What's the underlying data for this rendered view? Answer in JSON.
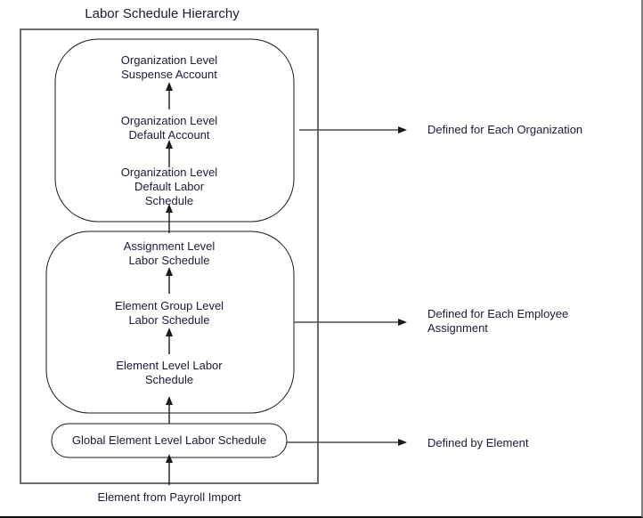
{
  "diagram": {
    "title": "Labor Schedule Hierarchy",
    "outer_container_name": "labor-schedule-hierarchy-box",
    "colors": {
      "outer_border": "#6b6b6b",
      "group_border": "#1a1a1a",
      "arrow": "#1a1a1a",
      "text": "#1a1a3a",
      "background": "#ffffff"
    },
    "groups": [
      {
        "id": "organization-level-group",
        "nodes": [
          {
            "id": "organization-level-suspense-account",
            "label": "Organization Level\nSuspense Account"
          },
          {
            "id": "organization-level-default-account",
            "label": "Organization Level\nDefault Account"
          },
          {
            "id": "organization-level-default-labor-schedule",
            "label": "Organization Level\nDefault Labor\nSchedule"
          }
        ],
        "callout": "Defined for Each Organization"
      },
      {
        "id": "assignment-level-group",
        "nodes": [
          {
            "id": "assignment-level-labor-schedule",
            "label": "Assignment Level\nLabor Schedule"
          },
          {
            "id": "element-group-level-labor-schedule",
            "label": "Element Group Level\nLabor Schedule"
          },
          {
            "id": "element-level-labor-schedule",
            "label": "Element Level Labor\nSchedule"
          }
        ],
        "callout": "Defined for Each Employee\nAssignment"
      },
      {
        "id": "global-element-group",
        "nodes": [
          {
            "id": "global-element-level-labor-schedule",
            "label": "Global Element Level Labor Schedule"
          }
        ],
        "callout": "Defined by Element"
      }
    ],
    "external_input": {
      "id": "element-from-payroll-import",
      "label": "Element from Payroll Import"
    },
    "callouts": [
      {
        "id": "callout-organization",
        "label": "Defined for Each Organization"
      },
      {
        "id": "callout-employee-assignment",
        "label": "Defined for Each Employee\nAssignment"
      },
      {
        "id": "callout-element",
        "label": "Defined by Element"
      }
    ]
  }
}
